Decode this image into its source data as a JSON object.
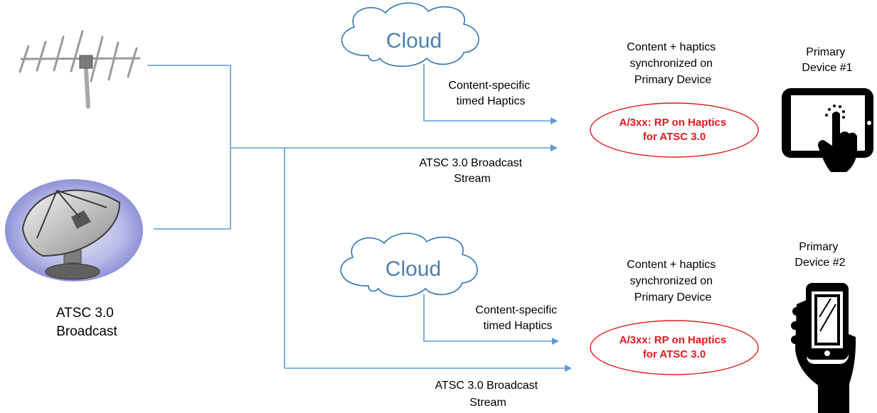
{
  "source": {
    "label_line1": "ATSC 3.0",
    "label_line2": "Broadcast"
  },
  "paths": [
    {
      "cloud_label": "Cloud",
      "haptics_label_line1": "Content-specific",
      "haptics_label_line2": "timed Haptics",
      "stream_label_line1": "ATSC 3.0 Broadcast",
      "stream_label_line2": "Stream",
      "sync_line1": "Content + haptics",
      "sync_line2": "synchronized on",
      "sync_line3": "Primary Device",
      "rp_line1": "A/3xx: RP on Haptics",
      "rp_line2": "for ATSC 3.0",
      "device_line1": "Primary",
      "device_line2": "Device #1",
      "device_icon": "tablet-touch-icon"
    },
    {
      "cloud_label": "Cloud",
      "haptics_label_line1": "Content-specific",
      "haptics_label_line2": "timed Haptics",
      "stream_label_line1": "ATSC 3.0 Broadcast",
      "stream_label_line2": "Stream",
      "sync_line1": "Content + haptics",
      "sync_line2": "synchronized on",
      "sync_line3": "Primary Device",
      "rp_line1": "A/3xx: RP on Haptics",
      "rp_line2": "for ATSC 3.0",
      "device_line1": "Primary",
      "device_line2": "Device #2",
      "device_icon": "phone-in-hand-icon"
    }
  ],
  "colors": {
    "connector": "#5b9bd5",
    "cloud_text": "#4a7fb5",
    "rp_text": "#e0191f",
    "rp_outline": "#e0191f"
  }
}
